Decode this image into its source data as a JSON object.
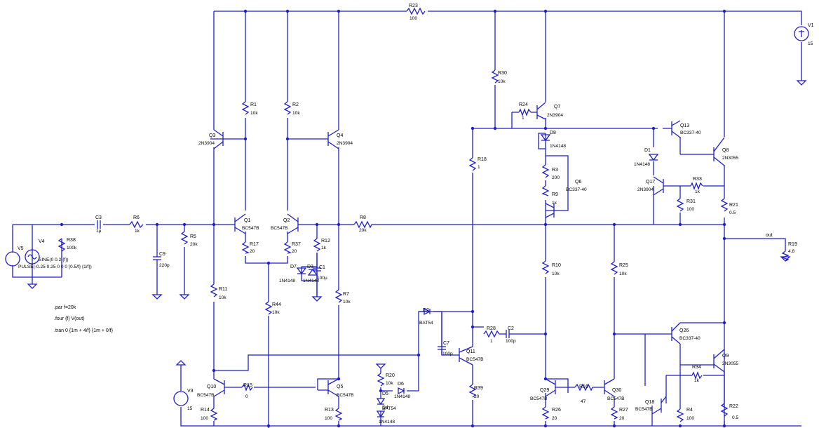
{
  "parts": {
    "R23": {
      "name": "R23",
      "value": "100"
    },
    "V1": {
      "name": "V1",
      "value": "15"
    },
    "R30": {
      "name": "R30",
      "value": "10k"
    },
    "R24": {
      "name": "R24",
      "value": "1"
    },
    "Q7": {
      "name": "Q7",
      "value": "2N3904"
    },
    "R1": {
      "name": "R1",
      "value": "10k"
    },
    "R2": {
      "name": "R2",
      "value": "10k"
    },
    "Q3": {
      "name": "Q3",
      "value": "2N3904"
    },
    "Q4": {
      "name": "Q4",
      "value": "2N3904"
    },
    "D8": {
      "name": "D8",
      "value": "1N4148"
    },
    "Q13": {
      "name": "Q13",
      "value": "BC337-40"
    },
    "D1": {
      "name": "D1",
      "value": "1N4148"
    },
    "Q8": {
      "name": "Q8",
      "value": "2N3055"
    },
    "R18": {
      "name": "R18",
      "value": "1"
    },
    "R3": {
      "name": "R3",
      "value": "200"
    },
    "Q6": {
      "name": "Q6",
      "value": "BC337-40"
    },
    "R9": {
      "name": "R9",
      "value": "1k"
    },
    "Q17": {
      "name": "Q17",
      "value": "2N3904"
    },
    "R33": {
      "name": "R33",
      "value": "1k"
    },
    "R31": {
      "name": "R31",
      "value": "100"
    },
    "R21": {
      "name": "R21",
      "value": "0.5"
    },
    "V5": {
      "name": "V5",
      "value": ""
    },
    "V4": {
      "name": "V4",
      "value": ""
    },
    "R38": {
      "name": "R38",
      "value": "100k"
    },
    "C3": {
      "name": "C3",
      "value": "1µ"
    },
    "R6": {
      "name": "R6",
      "value": "1k"
    },
    "R5": {
      "name": "R5",
      "value": "20k"
    },
    "C9": {
      "name": "C9",
      "value": "220p"
    },
    "Q1": {
      "name": "Q1",
      "value": "BC547B"
    },
    "Q2": {
      "name": "Q2",
      "value": "BC547B"
    },
    "R17": {
      "name": "R17",
      "value": "20"
    },
    "R37": {
      "name": "R37",
      "value": "20"
    },
    "R12": {
      "name": "R12",
      "value": "1k"
    },
    "D7": {
      "name": "D7",
      "value": "1N4148"
    },
    "D3": {
      "name": "D3",
      "value": "1N4148"
    },
    "C1": {
      "name": "C1",
      "value": "100µ"
    },
    "R8": {
      "name": "R8",
      "value": "20k"
    },
    "R19": {
      "name": "R19",
      "value": "4.8"
    },
    "R11": {
      "name": "R11",
      "value": "10k"
    },
    "R44": {
      "name": "R44",
      "value": "10k"
    },
    "R7": {
      "name": "R7",
      "value": "10k"
    },
    "R10": {
      "name": "R10",
      "value": "10k"
    },
    "R25": {
      "name": "R25",
      "value": "10k"
    },
    "D2": {
      "name": "D2",
      "value": "BAT54"
    },
    "R28": {
      "name": "R28",
      "value": "1"
    },
    "C2": {
      "name": "C2",
      "value": "100p"
    },
    "C7": {
      "name": "C7",
      "value": "100p"
    },
    "Q11": {
      "name": "Q11",
      "value": "BC547B"
    },
    "Q26": {
      "name": "Q26",
      "value": "BC337-40"
    },
    "Q9": {
      "name": "Q9",
      "value": "2N3055"
    },
    "R34": {
      "name": "R34",
      "value": "1k"
    },
    "V3": {
      "name": "V3",
      "value": "15"
    },
    "Q10": {
      "name": "Q10",
      "value": "BC547B"
    },
    "R15": {
      "name": "R15",
      "value": "0"
    },
    "Q5": {
      "name": "Q5",
      "value": "BC547B"
    },
    "R20": {
      "name": "R20",
      "value": "10k"
    },
    "D6": {
      "name": "D6",
      "value": "1N4148"
    },
    "D5": {
      "name": "D5",
      "value": "BAT54"
    },
    "D4": {
      "name": "D4",
      "value": "1N4148"
    },
    "R39": {
      "name": "R39",
      "value": "20"
    },
    "Q29": {
      "name": "Q29",
      "value": "BC547B"
    },
    "R16": {
      "name": "R16",
      "value": "47"
    },
    "Q30": {
      "name": "Q30",
      "value": "BC547B"
    },
    "R26": {
      "name": "R26",
      "value": "20"
    },
    "R27": {
      "name": "R27",
      "value": "20"
    },
    "Q18": {
      "name": "Q18",
      "value": "BC547B"
    },
    "R4": {
      "name": "R4",
      "value": "100"
    },
    "R22": {
      "name": "R22",
      "value": "0.5"
    },
    "R14": {
      "name": "R14",
      "value": "100"
    },
    "R13": {
      "name": "R13",
      "value": "100"
    }
  },
  "sources": {
    "v4_sine": "SINE(0 0.2 {f})",
    "v5_pulse": "PULSE(-0.25 0.25 0 0 0 {0.5/f} {1/f})"
  },
  "directives": {
    "param": ".par f=20k",
    "four": ".four {f} V(out)",
    "tran": ".tran 0 {1m + 4/f} {1m + 0/f}"
  },
  "net_labels": {
    "out": "out"
  },
  "colors": {
    "wire": "#1f1fcc",
    "text": "#000000",
    "background": "#ffffff"
  }
}
